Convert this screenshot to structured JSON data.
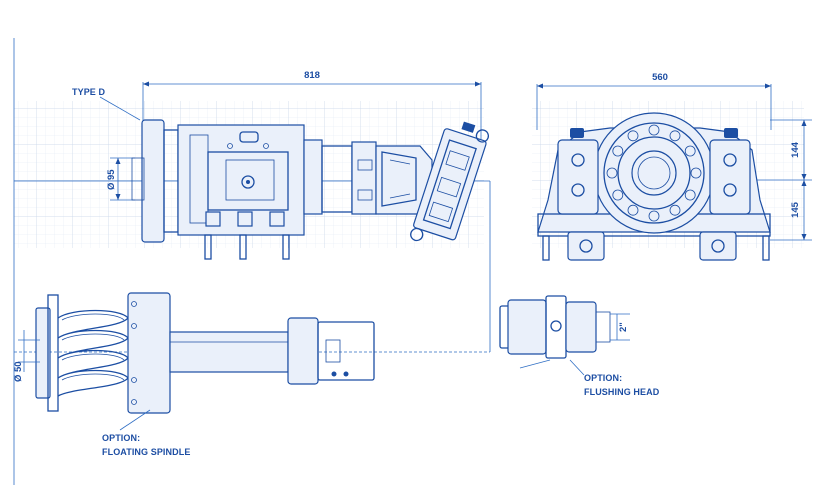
{
  "dimensions": {
    "length": "818",
    "width": "560",
    "height_upper": "144",
    "height_lower": "145",
    "diameter_type_d": "Ø 95",
    "diameter_spindle": "Ø 50",
    "thread": "2\""
  },
  "labels": {
    "type_d": "TYPE D",
    "option_spindle_line1": "OPTION:",
    "option_spindle_line2": "FLOATING SPINDLE",
    "option_flushing_line1": "OPTION:",
    "option_flushing_line2": "FLUSHING HEAD"
  },
  "colors": {
    "line": "#1c4ea3",
    "text": "#1d4ea3",
    "grid": "#c9d6ea",
    "background": "#ffffff"
  }
}
